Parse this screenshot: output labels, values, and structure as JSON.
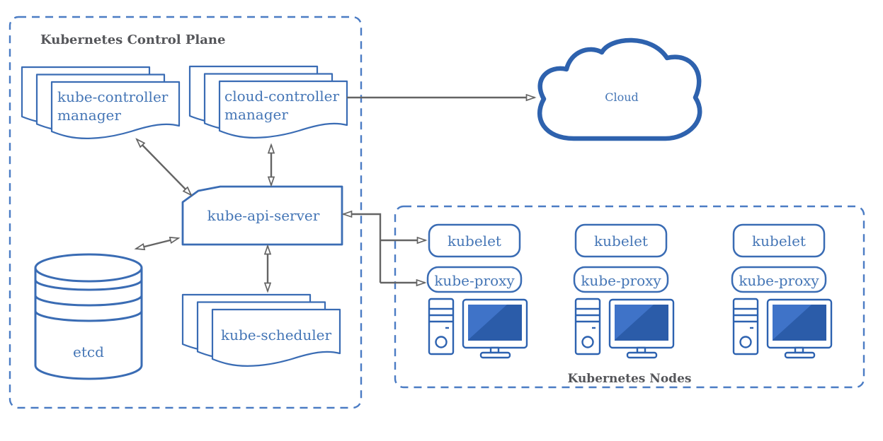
{
  "control_plane": {
    "title": "Kubernetes Control Plane",
    "kube_controller_manager": {
      "line1": "kube-controller",
      "line2": "manager"
    },
    "cloud_controller_manager": {
      "line1": "cloud-controller",
      "line2": "manager"
    },
    "kube_api_server": {
      "label": "kube-api-server"
    },
    "etcd": {
      "label": "etcd"
    },
    "kube_scheduler": {
      "label": "kube-scheduler"
    }
  },
  "cloud": {
    "label": "Cloud"
  },
  "nodes_group": {
    "title": "Kubernetes Nodes",
    "nodes": [
      {
        "kubelet": "kubelet",
        "kube_proxy": "kube-proxy"
      },
      {
        "kubelet": "kubelet",
        "kube_proxy": "kube-proxy"
      },
      {
        "kubelet": "kubelet",
        "kube_proxy": "kube-proxy"
      }
    ]
  },
  "colors": {
    "shape_stroke": "#3a6cb4",
    "dashed_border": "#4b7cc4",
    "label_blue": "#4576b6",
    "group_title_gray": "#55565a",
    "arrow_gray": "#646464",
    "cloud_stroke": "#2e62ae",
    "screen_dark": "#2b5ca9",
    "screen_light": "#3f73c8",
    "background": "#ffffff"
  }
}
